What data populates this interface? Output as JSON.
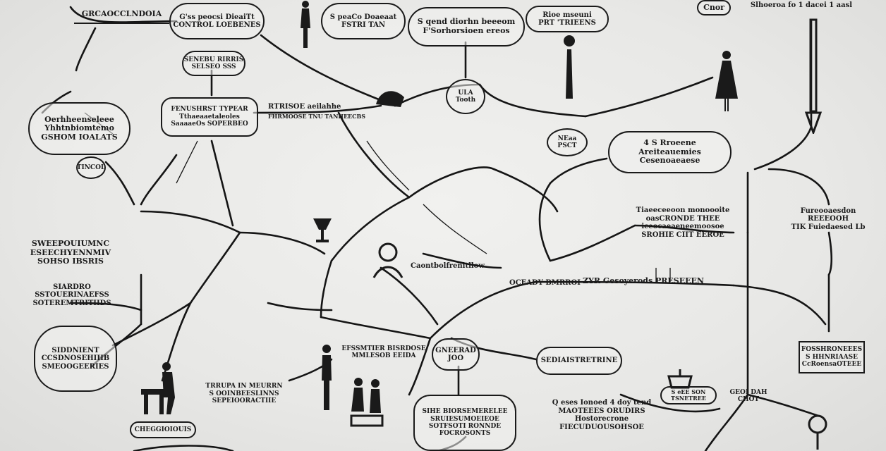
{
  "nodes": {
    "n_top_left": {
      "lines": [
        "GRCAOCCLNDOIA"
      ]
    },
    "n_top_left2": {
      "lines": [
        "G'ss peocsi DieaiTt",
        "CONTROL LOEBENES"
      ]
    },
    "n_top_bubble": {
      "lines": [
        "S peaCo Doaeaat",
        "FSTRI TAN"
      ]
    },
    "n_top_center": {
      "lines": [
        "S qend diorhn beeeom",
        "F'Sorhorsioen ereos"
      ]
    },
    "n_top_right_bubble": {
      "lines": [
        "Rioe mseuni",
        "PRT 'TRIEENS"
      ]
    },
    "n_top_far_right": {
      "lines": [
        "Cnor"
      ]
    },
    "n_top_far_right_text": {
      "lines": [
        "Slhoeroa fo 1 dacei 1 aasl"
      ]
    },
    "n_small_bubble": {
      "lines": [
        "SENEBU RIRRIS",
        "SELSEO SSS"
      ]
    },
    "n_left_oval": {
      "lines": [
        "Oerhheenseleee",
        "Yhhtnbiomtemo",
        "GSHOM IOALATS"
      ]
    },
    "n_left_small": {
      "lines": [
        "TINCOL"
      ]
    },
    "n_mid_left_box": {
      "lines": [
        "FENUSHRST TYPEAR",
        "Tthaeaaetaleoles",
        "SaaaaeOs SOPERBEO"
      ]
    },
    "n_mid_label": {
      "lines": [
        "RTRISOE aeilahhe"
      ]
    },
    "n_mid_label2": {
      "lines": [
        "FHRMOOSE TNU TANHEECBS"
      ]
    },
    "n_center_hub": {
      "lines": [
        "ULA",
        "Tooth"
      ]
    },
    "n_right_box": {
      "lines": [
        "4 S Rroeene",
        "Areiteauemies",
        "Cesenoaeaese"
      ]
    },
    "n_right_circle": {
      "lines": [
        "NEaa",
        "PSCT"
      ]
    },
    "n_right_mid": {
      "lines": [
        "Tiaeeceeoon monoooite",
        "oasCRONDE THEE",
        "iceocaeaeneemoosoe",
        "SROHIE CIIT EEROE"
      ]
    },
    "n_right_far": {
      "lines": [
        "Fureooaesdon",
        "REEEOOH",
        "TIK Fuiedaesed Lb"
      ]
    },
    "n_right_far_btm": {
      "lines": [
        "FOSSHRONEEES",
        "S HHNRIAASE",
        "CcRoensaOTEEE"
      ]
    },
    "n_left_list1": {
      "lines": [
        "SWEEPOUIUMNC",
        "ESEECHYENNMIV",
        "SOHSO IBSRIS"
      ]
    },
    "n_left_list2": {
      "lines": [
        "SIARDRO",
        "SSTOUERINAEFSS",
        "SOTEREMTRITIIDS"
      ]
    },
    "n_left_list3": {
      "lines": [
        "SIDDNIENT",
        "CCSDNOSEHIHB",
        "SMEOOGEERIES"
      ]
    },
    "n_center_mid": {
      "lines": [
        "Caontbolfrenitllow"
      ]
    },
    "n_center_mid2": {
      "lines": [
        "OCEADY BMRROI"
      ]
    },
    "n_horizontal_label": {
      "lines": [
        "ZYR Gesoyerods PRESEEEN"
      ]
    },
    "n_center_low": {
      "lines": [
        "GNEERAD",
        "JOO"
      ]
    },
    "n_center_low_left": {
      "lines": [
        "EFSSMTIER BISRDOSE",
        "MMLESOB EEIDA"
      ]
    },
    "n_low_bubble": {
      "lines": [
        "SEDIAISTRETRINE"
      ]
    },
    "n_low_left_text": {
      "lines": [
        "TRRUPA IN MEURRN",
        "S OOINBEESLINNS",
        "SEPEIOORACTIIE"
      ]
    },
    "n_low_right": {
      "lines": [
        "S eEE SON",
        "TSNETREE"
      ]
    },
    "n_bottom_center": {
      "lines": [
        "SIHE BIORSEMERELEE",
        "SRUIESUMOEIEOE",
        "SOTFSOTI RONNDE",
        "FOCROSONTS"
      ]
    },
    "n_bottom_right": {
      "lines": [
        "Q eses Ionoed 4 doy tend",
        "MAOTEEES ORUDIRS",
        "Hostorecrone",
        "FIECUDUOUSOHSOE"
      ]
    },
    "n_bottom_left": {
      "lines": [
        "CHEGGIOIOUIS"
      ]
    },
    "n_far_right_low": {
      "lines": [
        "GEOI DAH",
        "CHOT"
      ]
    }
  },
  "figure_names": [
    "person-figure",
    "person-figure",
    "person-figure",
    "person-figure",
    "person-figure",
    "person-figure",
    "person-figure",
    "person-figure",
    "pot-icon",
    "cup-icon",
    "bell-icon",
    "lamp-icon"
  ]
}
